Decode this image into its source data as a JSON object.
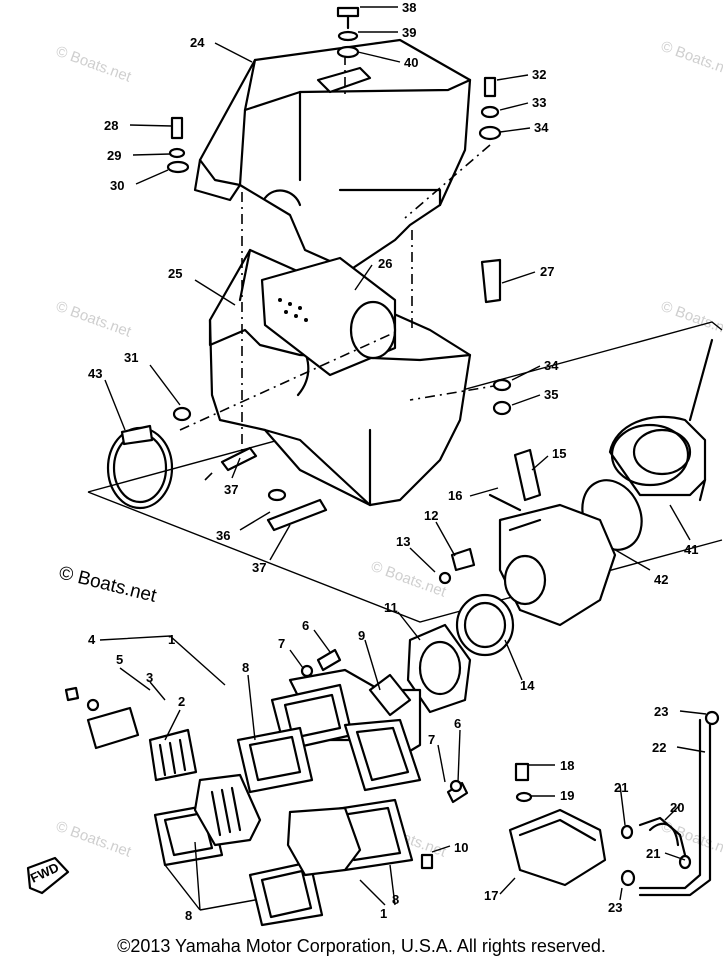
{
  "watermark": "© Boats.net",
  "watermark_main": "© Boats.net",
  "fwd_label": "FWD",
  "copyright": "©2013 Yamaha Motor Corporation, U.S.A. All rights reserved.",
  "callouts": [
    {
      "id": "c38",
      "text": "38"
    },
    {
      "id": "c39",
      "text": "39"
    },
    {
      "id": "c40",
      "text": "40"
    },
    {
      "id": "c24",
      "text": "24"
    },
    {
      "id": "c32",
      "text": "32"
    },
    {
      "id": "c33",
      "text": "33"
    },
    {
      "id": "c34a",
      "text": "34"
    },
    {
      "id": "c28",
      "text": "28"
    },
    {
      "id": "c29",
      "text": "29"
    },
    {
      "id": "c30",
      "text": "30"
    },
    {
      "id": "c26",
      "text": "26"
    },
    {
      "id": "c27",
      "text": "27"
    },
    {
      "id": "c25",
      "text": "25"
    },
    {
      "id": "c31",
      "text": "31"
    },
    {
      "id": "c43",
      "text": "43"
    },
    {
      "id": "c34b",
      "text": "34"
    },
    {
      "id": "c35",
      "text": "35"
    },
    {
      "id": "c15",
      "text": "15"
    },
    {
      "id": "c16",
      "text": "16"
    },
    {
      "id": "c37a",
      "text": "37"
    },
    {
      "id": "c36",
      "text": "36"
    },
    {
      "id": "c37b",
      "text": "37"
    },
    {
      "id": "c12",
      "text": "12"
    },
    {
      "id": "c13",
      "text": "13"
    },
    {
      "id": "c41",
      "text": "41"
    },
    {
      "id": "c42",
      "text": "42"
    },
    {
      "id": "c11",
      "text": "11"
    },
    {
      "id": "c14",
      "text": "14"
    },
    {
      "id": "c6a",
      "text": "6"
    },
    {
      "id": "c7a",
      "text": "7"
    },
    {
      "id": "c9",
      "text": "9"
    },
    {
      "id": "c4",
      "text": "4"
    },
    {
      "id": "c5",
      "text": "5"
    },
    {
      "id": "c1a",
      "text": "1"
    },
    {
      "id": "c3",
      "text": "3"
    },
    {
      "id": "c2",
      "text": "2"
    },
    {
      "id": "c8a",
      "text": "8"
    },
    {
      "id": "c6b",
      "text": "6"
    },
    {
      "id": "c7b",
      "text": "7"
    },
    {
      "id": "c23a",
      "text": "23"
    },
    {
      "id": "c22",
      "text": "22"
    },
    {
      "id": "c18",
      "text": "18"
    },
    {
      "id": "c19",
      "text": "19"
    },
    {
      "id": "c21a",
      "text": "21"
    },
    {
      "id": "c20",
      "text": "20"
    },
    {
      "id": "c10",
      "text": "10"
    },
    {
      "id": "c21b",
      "text": "21"
    },
    {
      "id": "c17",
      "text": "17"
    },
    {
      "id": "c23b",
      "text": "23"
    },
    {
      "id": "c8b",
      "text": "8"
    },
    {
      "id": "c8c",
      "text": "8"
    },
    {
      "id": "c1b",
      "text": "1"
    }
  ]
}
